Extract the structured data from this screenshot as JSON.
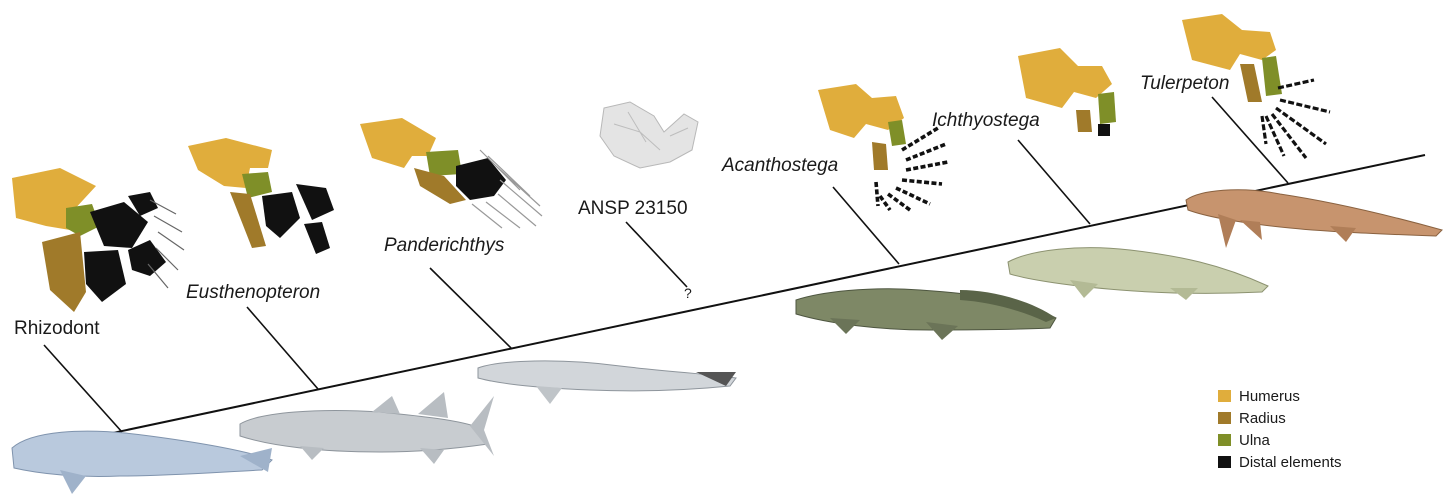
{
  "taxa": [
    {
      "label": "Rhizodont",
      "italic": false
    },
    {
      "label": "Eusthenopteron",
      "italic": true
    },
    {
      "label": "Panderichthys",
      "italic": true
    },
    {
      "label": "ANSP 23150",
      "italic": false
    },
    {
      "label": "Acanthostega",
      "italic": true
    },
    {
      "label": "Ichthyostega",
      "italic": true
    },
    {
      "label": "Tulerpeton",
      "italic": true
    }
  ],
  "unknown_mark": "?",
  "legend": [
    {
      "label": "Humerus",
      "color": "#e0ad3c"
    },
    {
      "label": "Radius",
      "color": "#a07a2a"
    },
    {
      "label": "Ulna",
      "color": "#7f8f28"
    },
    {
      "label": "Distal elements",
      "color": "#111111"
    }
  ],
  "colors": {
    "humerus": "#e0ad3c",
    "radius": "#a07a2a",
    "ulna": "#7f8f28",
    "distal": "#111111",
    "fossil": "#e4e4e4",
    "fish_blue": "#b9c9dd",
    "fish_grey": "#c8ccd0",
    "acanthostega": "#7e8866",
    "ichthyostega": "#c9cfae",
    "tulerpeton": "#c7946e"
  }
}
